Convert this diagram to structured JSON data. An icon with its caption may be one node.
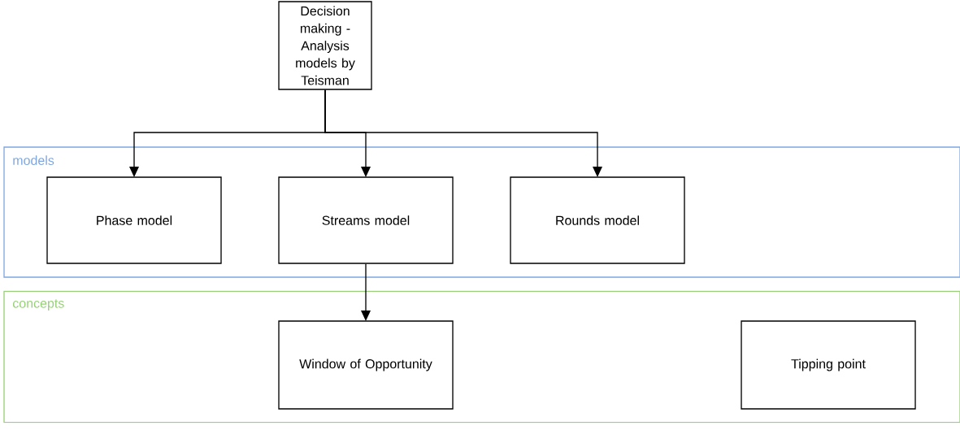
{
  "diagram": {
    "nodes": [
      {
        "text": [
          "Decision making - Analysis models by Teisman"
        ]
      },
      {
        "text": [
          "models"
        ]
      },
      {
        "text": [
          "Phase model"
        ],
        "in": 1
      },
      {
        "text": [
          "Streams model"
        ],
        "in": 1
      },
      {
        "text": [
          "Rounds model"
        ],
        "in": 1
      },
      {
        "text": [
          "concepts"
        ]
      },
      {
        "text": [
          "Window of Opportunity"
        ],
        "in": 5
      },
      {
        "text": [
          "Tipping point"
        ],
        "in": 5
      }
    ],
    "edges": [
      {
        "from": 0,
        "to": 2,
        "arrow": "to"
      },
      {
        "from": 0,
        "to": 3,
        "arrow": "to"
      },
      {
        "from": 0,
        "to": 4,
        "arrow": "to"
      },
      {
        "from": 3,
        "to": 6,
        "arrow": "to"
      }
    ]
  }
}
